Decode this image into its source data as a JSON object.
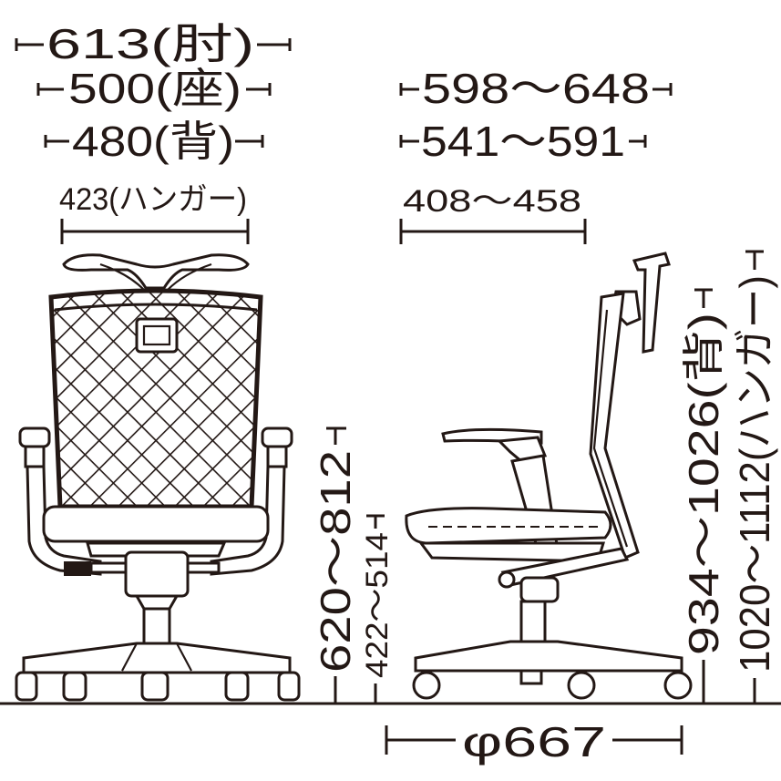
{
  "front_view": {
    "width_armrest": "613(肘)",
    "width_seat": "500(座)",
    "width_back": "480(背)",
    "width_hanger": "423(ハンガー)"
  },
  "side_view": {
    "depth_max": "598～648",
    "depth_seat": "541～591",
    "depth_back": "408～458",
    "base_diameter": "φ667"
  },
  "heights": {
    "armrest_height": "620～812",
    "seat_height": "422～514",
    "back_height": "934～1026(背)",
    "hanger_height": "1020～1112(ハンガー)"
  }
}
